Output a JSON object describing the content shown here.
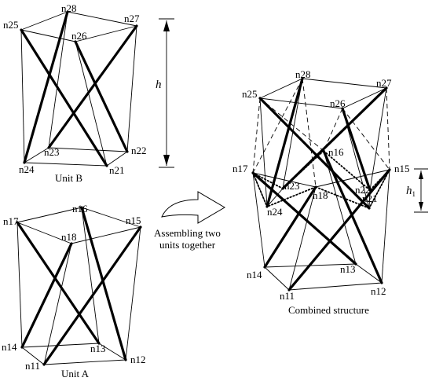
{
  "captions": {
    "unit_b": "Unit B",
    "unit_a": "Unit A",
    "assembling": [
      "Assembling two",
      "units together"
    ],
    "combined": "Combined structure"
  },
  "dimensions": {
    "h": "h",
    "h1_main": "h",
    "h1_sub": "1"
  },
  "unit_b_nodes": {
    "n21": "n21",
    "n22": "n22",
    "n23": "n23",
    "n24": "n24",
    "n25": "n25",
    "n26": "n26",
    "n27": "n27",
    "n28": "n28"
  },
  "unit_a_nodes": {
    "n11": "n11",
    "n12": "n12",
    "n13": "n13",
    "n14": "n14",
    "n15": "n15",
    "n16": "n16",
    "n17": "n17",
    "n18": "n18"
  },
  "combined_nodes": {
    "n11": "n11",
    "n12": "n12",
    "n13": "n13",
    "n14": "n14",
    "n15": "n15",
    "n16": "n16",
    "n17": "n17",
    "n18": "n18",
    "n21": "n21",
    "n22": "n22",
    "n23": "n23",
    "n24": "n24",
    "n25": "n25",
    "n26": "n26",
    "n27": "n27",
    "n28": "n28"
  }
}
